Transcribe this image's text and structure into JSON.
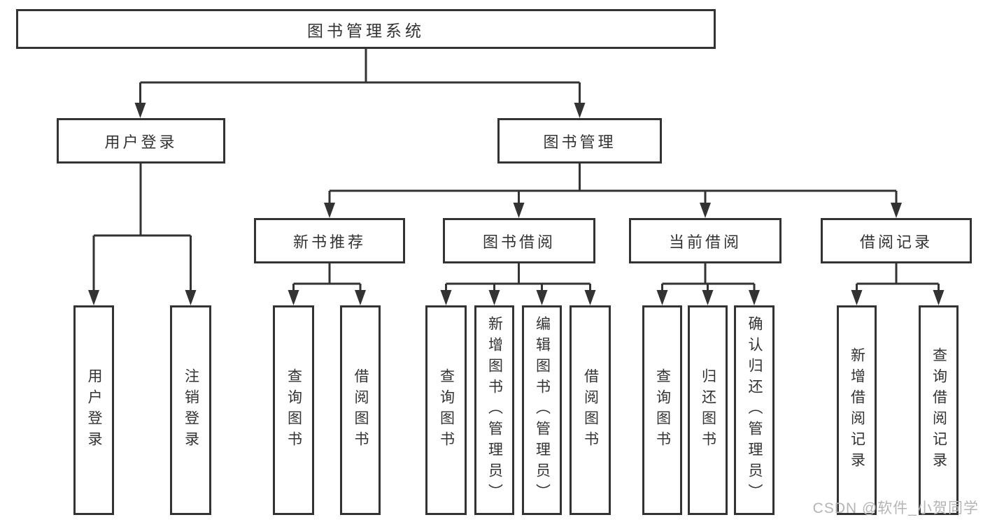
{
  "tree": {
    "label": "图书管理系统",
    "children": [
      {
        "label": "用户登录",
        "children": [
          {
            "label": "用户登录"
          },
          {
            "label": "注销登录"
          }
        ]
      },
      {
        "label": "图书管理",
        "children": [
          {
            "label": "新书推荐",
            "children": [
              {
                "label": "查询图书"
              },
              {
                "label": "借阅图书"
              }
            ]
          },
          {
            "label": "图书借阅",
            "children": [
              {
                "label": "查询图书"
              },
              {
                "label": "新增图书（管理员）"
              },
              {
                "label": "编辑图书（管理员）"
              },
              {
                "label": "借阅图书"
              }
            ]
          },
          {
            "label": "当前借阅",
            "children": [
              {
                "label": "查询图书"
              },
              {
                "label": "归还图书"
              },
              {
                "label": "确认归还（管理员）"
              }
            ]
          },
          {
            "label": "借阅记录",
            "children": [
              {
                "label": "新增借阅记录"
              },
              {
                "label": "查询借阅记录"
              }
            ]
          }
        ]
      }
    ]
  },
  "watermark": {
    "text": "CSDN @软件_小贺同学"
  },
  "colors": {
    "line": "#333333",
    "text": "#333333",
    "box_background": "#ffffff",
    "watermark": "#b5b5b5",
    "background": "#ffffff"
  }
}
